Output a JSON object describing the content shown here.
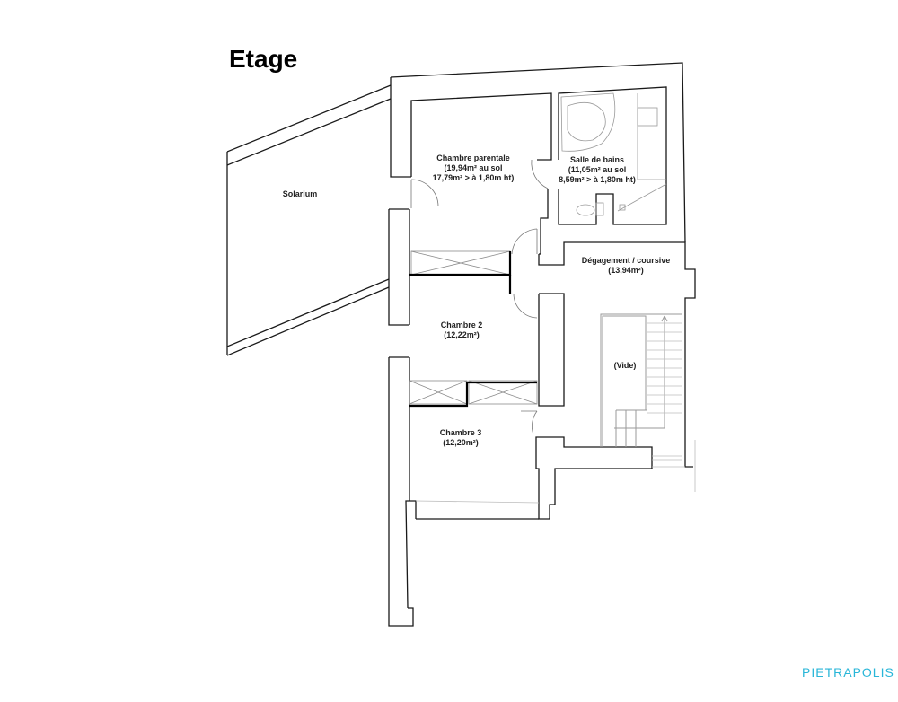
{
  "plan": {
    "title": "Etage",
    "rooms": [
      {
        "id": "solarium",
        "name": "Solarium",
        "area": ""
      },
      {
        "id": "chambre-parentale",
        "name": "Chambre parentale",
        "area_line1": "(19,94m² au sol",
        "area_line2": "17,79m² > à 1,80m ht)"
      },
      {
        "id": "salle-de-bains",
        "name": "Salle de bains",
        "area_line1": "(11,05m² au sol",
        "area_line2": "8,59m² > à 1,80m ht)"
      },
      {
        "id": "degagement",
        "name": "Dégagement / coursive",
        "area": "(13,94m²)"
      },
      {
        "id": "chambre-2",
        "name": "Chambre 2",
        "area": "(12,22m²)"
      },
      {
        "id": "vide",
        "name": "(Vide)"
      },
      {
        "id": "chambre-3",
        "name": "Chambre 3",
        "area": "(12,20m²)"
      }
    ]
  },
  "branding": {
    "logo_text": "PIETRAPOLIS",
    "color": "#29b6d8"
  },
  "colors": {
    "wall": "#1a1a1a",
    "fixture": "#9a9a9a"
  }
}
